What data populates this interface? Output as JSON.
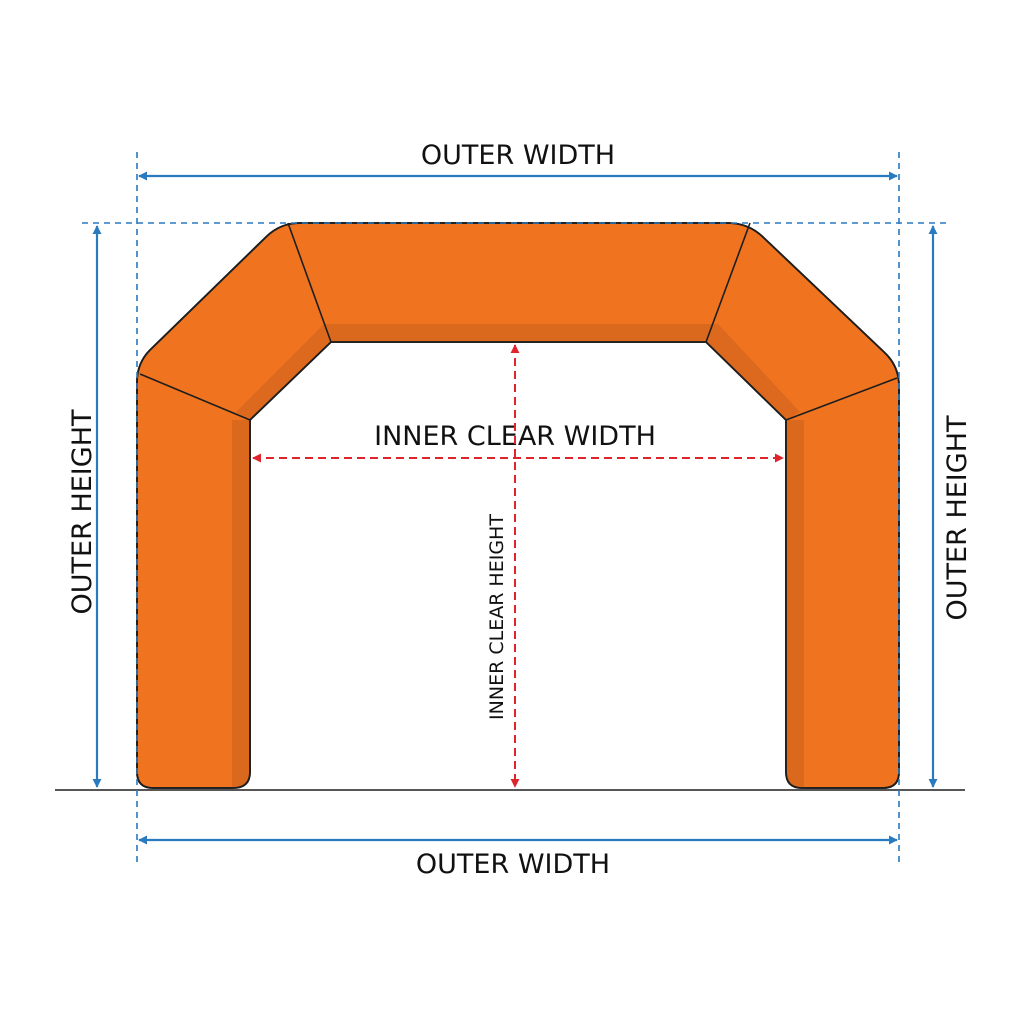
{
  "labels": {
    "outer_width_top": "OUTER WIDTH",
    "outer_width_bottom": "OUTER WIDTH",
    "outer_height_left": "OUTER HEIGHT",
    "outer_height_right": "OUTER HEIGHT",
    "inner_clear_width": "INNER CLEAR WIDTH",
    "inner_clear_height": "INNER CLEAR HEIGHT"
  },
  "colors": {
    "arch_fill": "#F07420",
    "arch_shadow": "#C85E1C",
    "arch_outline": "#1E1E1E",
    "outer_dimension": "#2A7AC0",
    "inner_dimension": "#E0242C",
    "ground_line": "#1E1E1E"
  },
  "subject": "inflatable-arch"
}
